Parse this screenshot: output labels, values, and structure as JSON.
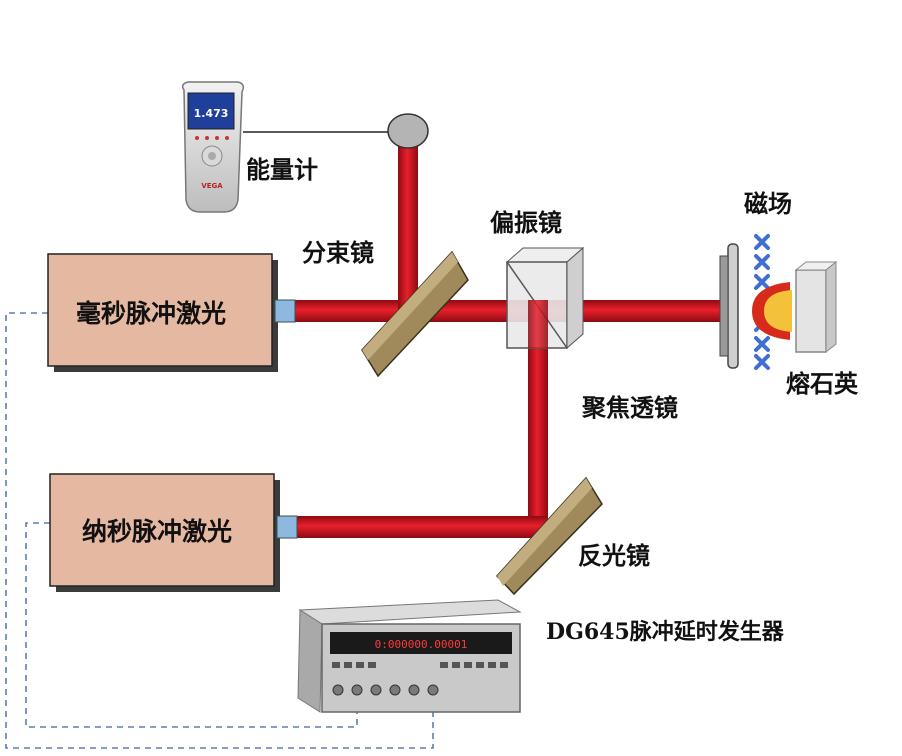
{
  "labels": {
    "ms_laser": "毫秒脉冲激光",
    "ns_laser": "纳秒脉冲激光",
    "energy_meter": "能量计",
    "beam_splitter": "分束镜",
    "polarizer": "偏振镜",
    "magnetic_field": "磁场",
    "fused_silica": "熔石英",
    "focusing_lens": "聚焦透镜",
    "reflector": "反光镜",
    "delay_generator": "DG645脉冲延时发生器"
  },
  "energy_meter_display": {
    "reading": "1.473",
    "brand": "VEGA"
  },
  "delay_generator_display": {
    "readout": "0:000000.00001"
  },
  "colors": {
    "beam": "#d8101e",
    "laser_box": "#e5b8a2",
    "mirror": "#a08a5c",
    "field_marker": "#3f6fd0",
    "dashed_line": "#5b7fb0"
  }
}
